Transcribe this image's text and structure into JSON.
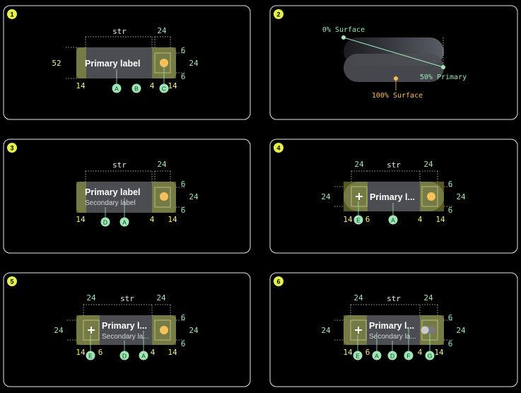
{
  "colors": {
    "background": "#000000",
    "card_border": "#e6e6e6",
    "number_badge": "#e6f04a",
    "spec_yellow": "#f4f07a",
    "spec_green": "#9ee6b5",
    "callout_fill": "#9ee6b5",
    "chip_fill": "#4b4d52",
    "padding_overlay": "#9aa33a",
    "orange_dot": "#f6c15a"
  },
  "panels": [
    {
      "number": "1"
    },
    {
      "number": "2"
    },
    {
      "number": "3"
    },
    {
      "number": "4"
    },
    {
      "number": "5"
    },
    {
      "number": "6"
    }
  ],
  "labels": {
    "primary": "Primary label",
    "secondary": "Secondary label",
    "primary_truncated": "Primary l...",
    "secondary_truncated": "Secondary la..."
  },
  "panel1": {
    "top_str": "str",
    "top_24": "24",
    "left_52": "52",
    "right_6_top": "6",
    "right_24": "24",
    "right_6_bottom": "6",
    "bottom_14_left": "14",
    "bottom_4": "4",
    "bottom_14_right": "14",
    "callouts": [
      "A",
      "B",
      "C"
    ]
  },
  "panel2": {
    "surface_0": "0% Surface",
    "primary_50": "50% Primary",
    "surface_100": "100% Surface"
  },
  "panel3": {
    "top_str": "str",
    "top_24": "24",
    "right_6_top": "6",
    "right_24": "24",
    "right_6_bottom": "6",
    "bottom_14_left": "14",
    "bottom_4": "4",
    "bottom_14_right": "14",
    "callouts": [
      "D",
      "A"
    ]
  },
  "panel4": {
    "top_24_left": "24",
    "top_str": "str",
    "top_24_right": "24",
    "left_24": "24",
    "right_24": "24",
    "right_6_top": "6",
    "right_6_bottom": "6",
    "bottom_14_left": "14",
    "bottom_6": "6",
    "bottom_4": "4",
    "bottom_14_right": "14",
    "callouts": [
      "E",
      "A"
    ]
  },
  "panel5": {
    "top_24_left": "24",
    "top_str": "str",
    "top_24_right": "24",
    "left_24": "24",
    "right_24": "24",
    "right_6_top": "6",
    "right_6_bottom": "6",
    "bottom_14_left": "14",
    "bottom_6": "6",
    "bottom_4": "4",
    "bottom_14_right": "14",
    "callouts": [
      "E",
      "D",
      "A"
    ]
  },
  "panel6": {
    "top_24_left": "24",
    "top_str": "str",
    "top_24_right": "24",
    "left_24": "24",
    "right_24": "24",
    "right_6_top": "6",
    "right_6_bottom": "6",
    "bottom_14_left": "14",
    "bottom_6": "6",
    "bottom_4": "4",
    "bottom_14_right": "14",
    "callouts": [
      "E",
      "A",
      "D",
      "F",
      "G"
    ]
  }
}
